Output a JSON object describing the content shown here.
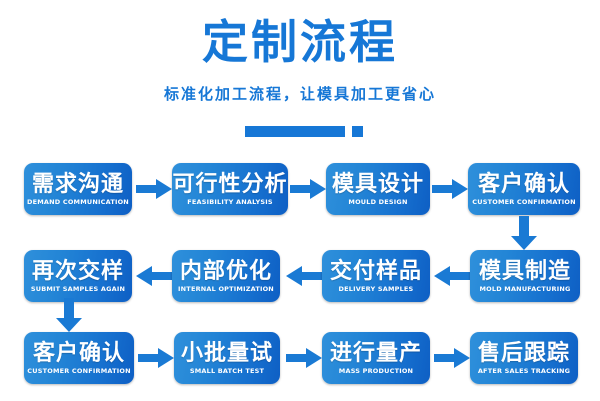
{
  "header": {
    "title": "定制流程",
    "subtitle": "标准化加工流程，让模具加工更省心",
    "accent_color": "#1677d6"
  },
  "flow": {
    "node_gradient_from": "#2f90db",
    "node_gradient_to": "#0e5fc4",
    "arrow_color": "#1a7ad4",
    "rows": [
      {
        "direction": "right",
        "nodes": [
          {
            "cn": "需求沟通",
            "en": "DEMAND COMMUNICATION"
          },
          {
            "cn": "可行性分析",
            "en": "FEASIBILITY ANALYSIS"
          },
          {
            "cn": "模具设计",
            "en": "MOULD DESIGN"
          },
          {
            "cn": "客户确认",
            "en": "CUSTOMER CONFIRMATION"
          }
        ]
      },
      {
        "direction": "left",
        "nodes": [
          {
            "cn": "再次交样",
            "en": "SUBMIT SAMPLES AGAIN"
          },
          {
            "cn": "内部优化",
            "en": "INTERNAL OPTIMIZATION"
          },
          {
            "cn": "交付样品",
            "en": "DELIVERY SAMPLES"
          },
          {
            "cn": "模具制造",
            "en": "MOLD MANUFACTURING"
          }
        ]
      },
      {
        "direction": "right",
        "nodes": [
          {
            "cn": "客户确认",
            "en": "CUSTOMER CONFIRMATION"
          },
          {
            "cn": "小批量试",
            "en": "SMALL BATCH TEST"
          },
          {
            "cn": "进行量产",
            "en": "MASS PRODUCTION"
          },
          {
            "cn": "售后跟踪",
            "en": "AFTER SALES TRACKING"
          }
        ]
      }
    ],
    "connectors": [
      {
        "name": "row1-to-row2-connector",
        "direction": "down",
        "side": "right"
      },
      {
        "name": "row2-to-row3-connector",
        "direction": "down",
        "side": "left"
      }
    ]
  }
}
